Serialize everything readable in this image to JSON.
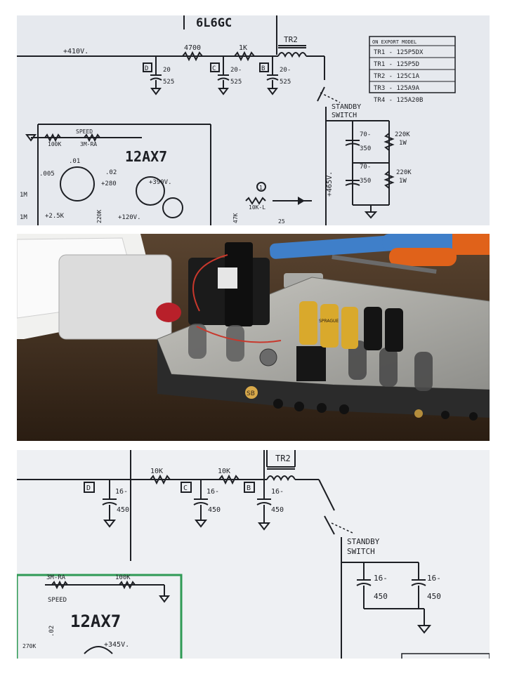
{
  "top_schematic": {
    "tube_6l6": "6L6GC",
    "choke": "TR2",
    "supply_voltage": "+410V.",
    "r1": "4700",
    "r2": "1K",
    "node_d": "D",
    "node_c": "C",
    "node_b": "B",
    "cap_d_value": "20",
    "cap_d_voltage": "525",
    "cap_c_value": "20-",
    "cap_c_voltage": "525",
    "cap_b_value": "20-",
    "cap_b_voltage": "525",
    "standby_1": "STANDBY",
    "standby_2": "SWITCH",
    "export_table": [
      "ON EXPORT MODEL",
      "TR1 - 125P5DX",
      "TR1 - 125P5D",
      "TR2 - 125C1A",
      "TR3 - 125A9A",
      "TR4 - 125A20B"
    ],
    "filter_cap_1": "70-",
    "filter_cap_1_v": "350",
    "filter_cap_2": "70-",
    "filter_cap_2_v": "350",
    "bleeder_1": "220K",
    "bleeder_1_w": "1W",
    "bleeder_2": "220K",
    "bleeder_2_w": "1W",
    "rail_465": "+465V.",
    "speed": "SPEED",
    "r_100k": "100K",
    "r_3mra": "3M-RA",
    "tube_12ax7": "12AX7",
    "cap_01": ".01",
    "cap_005": ".005",
    "cap_02": ".02",
    "v_280": "+280",
    "v_390": "+390V.",
    "r_1m": "1M",
    "r_1m_b": "1M",
    "r_25k": "+2.5K",
    "v_120": "+120V.",
    "r_220k": "220K",
    "pot_10kl": "10K-L",
    "node_1": "1",
    "cap_25": "25",
    "r_47k": "47K"
  },
  "bottom_schematic": {
    "choke": "TR2",
    "r1": "10K",
    "r2": "10K",
    "node_d": "D",
    "node_c": "C",
    "node_b": "B",
    "cap_d_value": "16-",
    "cap_d_voltage": "450",
    "cap_c_value": "16-",
    "cap_c_voltage": "450",
    "cap_b_value": "16-",
    "cap_b_voltage": "450",
    "standby_1": "STANDBY",
    "standby_2": "SWITCH",
    "filter_cap_1": "16-",
    "filter_cap_1_v": "450",
    "filter_cap_2": "16-",
    "filter_cap_2_v": "450",
    "r_3mra": "3M-RA",
    "r_100k": "100K",
    "speed": "SPEED",
    "tube_12ax7": "12AX7",
    "cap_02": ".02",
    "v_345": "+345V.",
    "r_270k": "270K"
  },
  "photo": {
    "cap_label": "SPRAGUE",
    "badge": "SB",
    "colors": {
      "wood": "#3a2a1c",
      "chassis": "#b9b9b4",
      "transformer": "#1b1b1b",
      "yellow_cap": "#d9a92c",
      "black_cap": "#141414",
      "tool_blue": "#3f7fc9",
      "tool_orange": "#e0621a"
    }
  }
}
